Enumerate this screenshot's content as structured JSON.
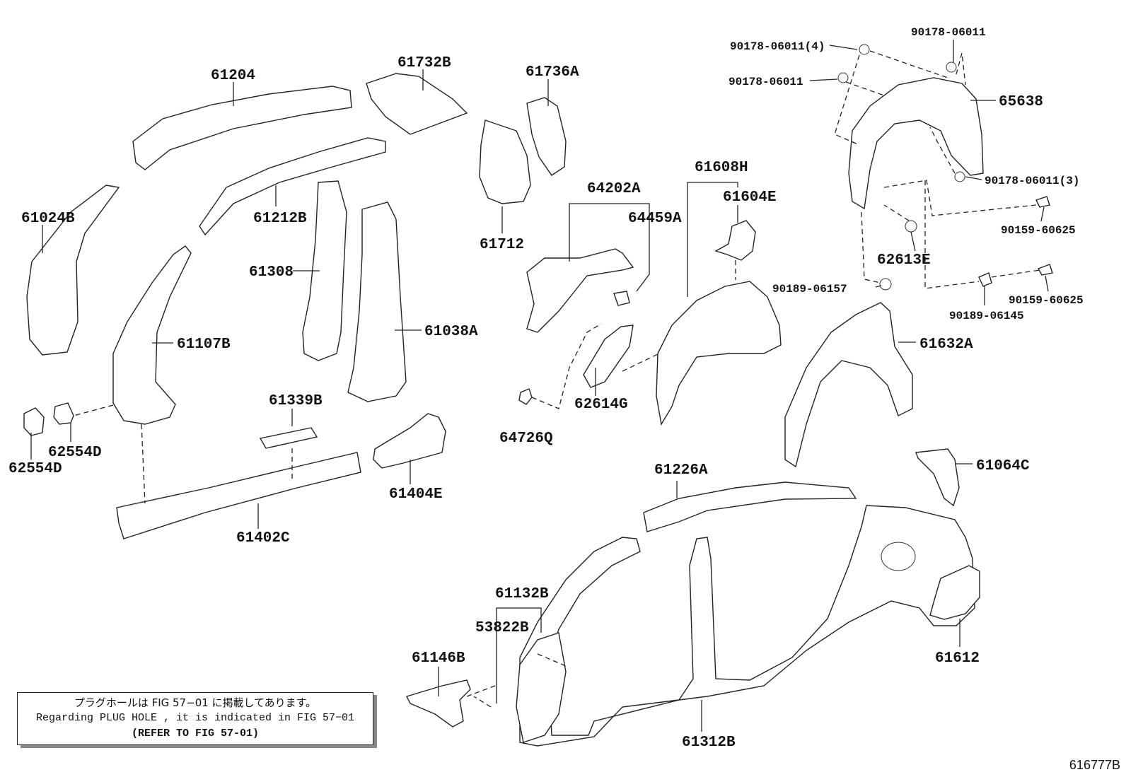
{
  "labels": {
    "p61204": "61204",
    "p61732B": "61732B",
    "p61736A": "61736A",
    "p61024B": "61024B",
    "p61212B": "61212B",
    "p61308": "61308",
    "p61107B": "61107B",
    "p61038A": "61038A",
    "p61712": "61712",
    "p64202A": "64202A",
    "p64459A": "64459A",
    "p61608H": "61608H",
    "p61604E": "61604E",
    "p62554D_a": "62554D",
    "p62554D_b": "62554D",
    "p61339B": "61339B",
    "p61404E": "61404E",
    "p61402C": "61402C",
    "p62614G": "62614G",
    "p64726Q": "64726Q",
    "p61632A": "61632A",
    "p61226A": "61226A",
    "p61064C": "61064C",
    "p61132B": "61132B",
    "p53822B": "53822B",
    "p61146B": "61146B",
    "p61312B": "61312B",
    "p61612": "61612",
    "p65638": "65638",
    "p62613E": "62613E",
    "f90178_4": "90178-06011(4)",
    "f90178_top": "90178-06011",
    "f90178_mid": "90178-06011",
    "f90178_3": "90178-06011(3)",
    "f90159_a": "90159-60625",
    "f90159_b": "90159-60625",
    "f90189_06157": "90189-06157",
    "f90189_06145": "90189-06145"
  },
  "note": {
    "line1": "プラグホールは FIG 57−01 に掲載してあります。",
    "line2": "Regarding PLUG HOLE , it is indicated in FIG 57−01",
    "line3": "(REFER TO FIG 57-01)"
  },
  "figure_code": "616777B"
}
